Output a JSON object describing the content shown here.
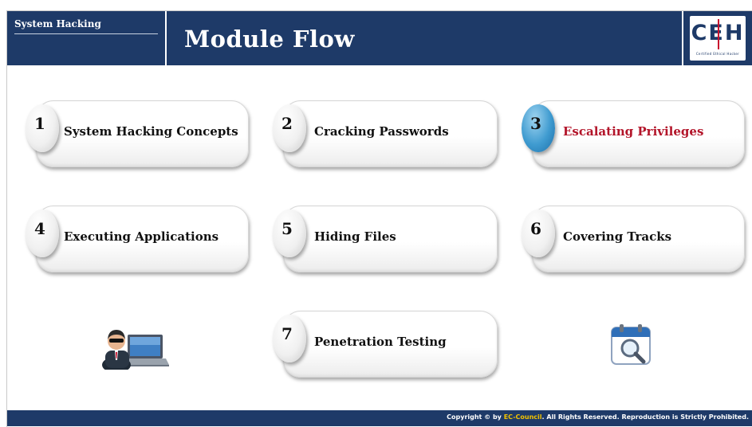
{
  "header": {
    "section": "System Hacking",
    "title": "Module Flow",
    "logo_text": "CEH",
    "logo_subtitle": "Certified Ethical Hacker"
  },
  "modules": [
    {
      "number": "1",
      "label": "System Hacking Concepts",
      "active": false
    },
    {
      "number": "2",
      "label": "Cracking Passwords",
      "active": false
    },
    {
      "number": "3",
      "label": "Escalating Privileges",
      "active": true
    },
    {
      "number": "4",
      "label": "Executing Applications",
      "active": false
    },
    {
      "number": "5",
      "label": "Hiding Files",
      "active": false
    },
    {
      "number": "6",
      "label": "Covering Tracks",
      "active": false
    },
    {
      "number": "7",
      "label": "Penetration Testing",
      "active": false
    }
  ],
  "icons": {
    "left": "hacker-laptop-icon",
    "right": "calendar-search-icon"
  },
  "footer": {
    "prefix": "Copyright © by",
    "brand": "EC-Council",
    "suffix": "All Rights Reserved. Reproduction is Strictly Prohibited."
  },
  "colors": {
    "header_bg": "#1e3a68",
    "active_text": "#b3152a",
    "active_badge": "#3f9bd0"
  }
}
